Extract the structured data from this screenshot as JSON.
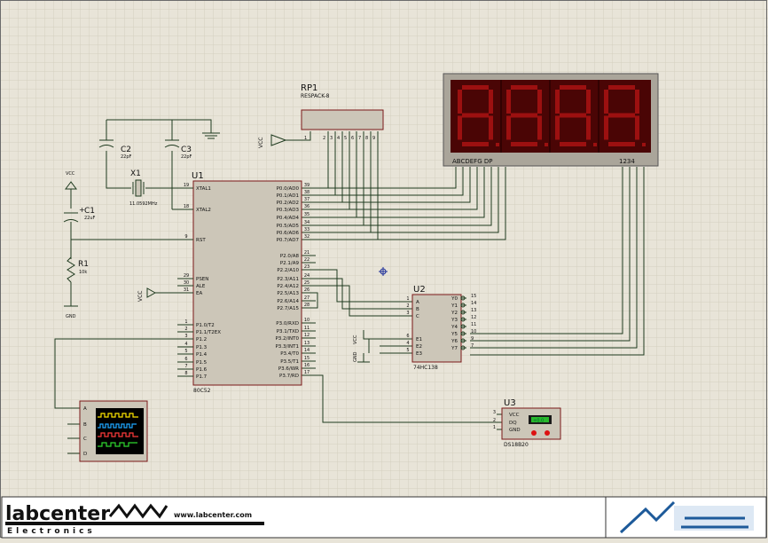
{
  "components": {
    "rp1": {
      "ref": "RP1",
      "value": "RESPACK-8"
    },
    "c1": {
      "ref": "C1",
      "value": "22uF",
      "plus": "+"
    },
    "c2": {
      "ref": "C2",
      "value": "22pF"
    },
    "c3": {
      "ref": "C3",
      "value": "22pF"
    },
    "x1": {
      "ref": "X1",
      "value": "11.0592MHz"
    },
    "r1": {
      "ref": "R1",
      "value": "10k"
    },
    "u1": {
      "ref": "U1",
      "part": "80C52"
    },
    "u2": {
      "ref": "U2",
      "part": "74HC138"
    },
    "u3": {
      "ref": "U3",
      "part": "DS18B20",
      "display": "+0.0"
    }
  },
  "power": {
    "vcc": "VCC",
    "gnd": "GND"
  },
  "u1_pins": {
    "left": [
      {
        "num": "19",
        "name": "XTAL1"
      },
      {
        "num": "18",
        "name": "XTAL2"
      },
      {
        "num": "9",
        "name": "RST"
      },
      {
        "num": "29",
        "name": "PSEN"
      },
      {
        "num": "30",
        "name": "ALE"
      },
      {
        "num": "31",
        "name": "EA"
      },
      {
        "num": "1",
        "name": "P1.0/T2"
      },
      {
        "num": "2",
        "name": "P1.1/T2EX"
      },
      {
        "num": "3",
        "name": "P1.2"
      },
      {
        "num": "4",
        "name": "P1.3"
      },
      {
        "num": "5",
        "name": "P1.4"
      },
      {
        "num": "6",
        "name": "P1.5"
      },
      {
        "num": "7",
        "name": "P1.6"
      },
      {
        "num": "8",
        "name": "P1.7"
      }
    ],
    "right": [
      {
        "num": "39",
        "name": "P0.0/AD0"
      },
      {
        "num": "38",
        "name": "P0.1/AD1"
      },
      {
        "num": "37",
        "name": "P0.2/AD2"
      },
      {
        "num": "36",
        "name": "P0.3/AD3"
      },
      {
        "num": "35",
        "name": "P0.4/AD4"
      },
      {
        "num": "34",
        "name": "P0.5/AD5"
      },
      {
        "num": "33",
        "name": "P0.6/AD6"
      },
      {
        "num": "32",
        "name": "P0.7/AD7"
      },
      {
        "num": "21",
        "name": "P2.0/A8"
      },
      {
        "num": "22",
        "name": "P2.1/A9"
      },
      {
        "num": "23",
        "name": "P2.2/A10"
      },
      {
        "num": "24",
        "name": "P2.3/A11"
      },
      {
        "num": "25",
        "name": "P2.4/A12"
      },
      {
        "num": "26",
        "name": "P2.5/A13"
      },
      {
        "num": "27",
        "name": "P2.6/A14"
      },
      {
        "num": "28",
        "name": "P2.7/A15"
      },
      {
        "num": "10",
        "name": "P3.0/RXD"
      },
      {
        "num": "11",
        "name": "P3.1/TXD"
      },
      {
        "num": "12",
        "name": "P3.2/INT0"
      },
      {
        "num": "13",
        "name": "P3.3/INT1"
      },
      {
        "num": "14",
        "name": "P3.4/T0"
      },
      {
        "num": "15",
        "name": "P3.5/T1"
      },
      {
        "num": "16",
        "name": "P3.6/WR"
      },
      {
        "num": "17",
        "name": "P3.7/RD"
      }
    ]
  },
  "u2_pins": {
    "left": [
      {
        "num": "1",
        "name": "A"
      },
      {
        "num": "2",
        "name": "B"
      },
      {
        "num": "3",
        "name": "C"
      },
      {
        "num": "6",
        "name": "E1"
      },
      {
        "num": "4",
        "name": "E2"
      },
      {
        "num": "5",
        "name": "E3"
      }
    ],
    "right": [
      {
        "num": "15",
        "name": "Y0"
      },
      {
        "num": "14",
        "name": "Y1"
      },
      {
        "num": "13",
        "name": "Y2"
      },
      {
        "num": "12",
        "name": "Y3"
      },
      {
        "num": "11",
        "name": "Y4"
      },
      {
        "num": "10",
        "name": "Y5"
      },
      {
        "num": "9",
        "name": "Y6"
      },
      {
        "num": "7",
        "name": "Y7"
      }
    ]
  },
  "u3_pins": [
    {
      "num": "3",
      "name": "VCC"
    },
    {
      "num": "2",
      "name": "DQ"
    },
    {
      "num": "1",
      "name": "GND"
    }
  ],
  "scope_channels": [
    "A",
    "B",
    "C",
    "D"
  ],
  "display": {
    "segments_label": "ABCDEFG DP",
    "digits_label": "1234"
  },
  "colors": {
    "grid": "#d8d3c4",
    "wire": "#1e3a1e",
    "chip": "#ccc6b8",
    "chip_border": "#7a1818",
    "display_bg": "#4a0505",
    "segment": "#9c1010"
  },
  "footer": {
    "brand": "labcenter",
    "brand_sub": "Electronics",
    "website": "www.labcenter.com"
  }
}
